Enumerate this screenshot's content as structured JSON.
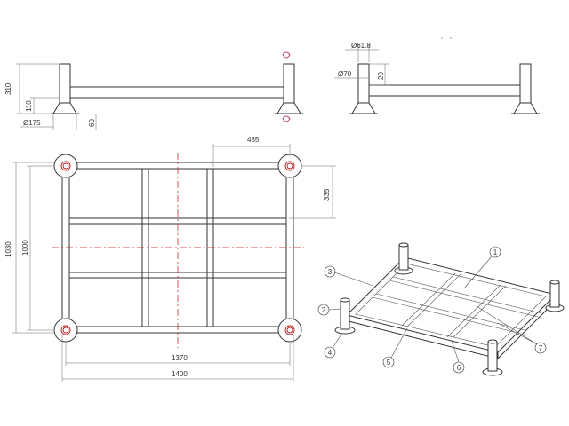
{
  "side_view_left": {
    "dim_height_total": "310",
    "dim_height_bar": "110",
    "dim_foot_dia": "Ø175",
    "dim_foot_h": "60"
  },
  "side_view_right": {
    "dim_post_dia": "Ø61.8",
    "dim_bar_dia": "Ø70",
    "dim_bar_h": "20"
  },
  "top_view": {
    "dim_485": "485",
    "dim_335": "335",
    "dim_1030": "1030",
    "dim_1000": "1000",
    "dim_1370": "1370",
    "dim_1400": "1400"
  },
  "iso_view": {
    "balloons": [
      "1",
      "2",
      "3",
      "4",
      "5",
      "6",
      "7"
    ]
  }
}
